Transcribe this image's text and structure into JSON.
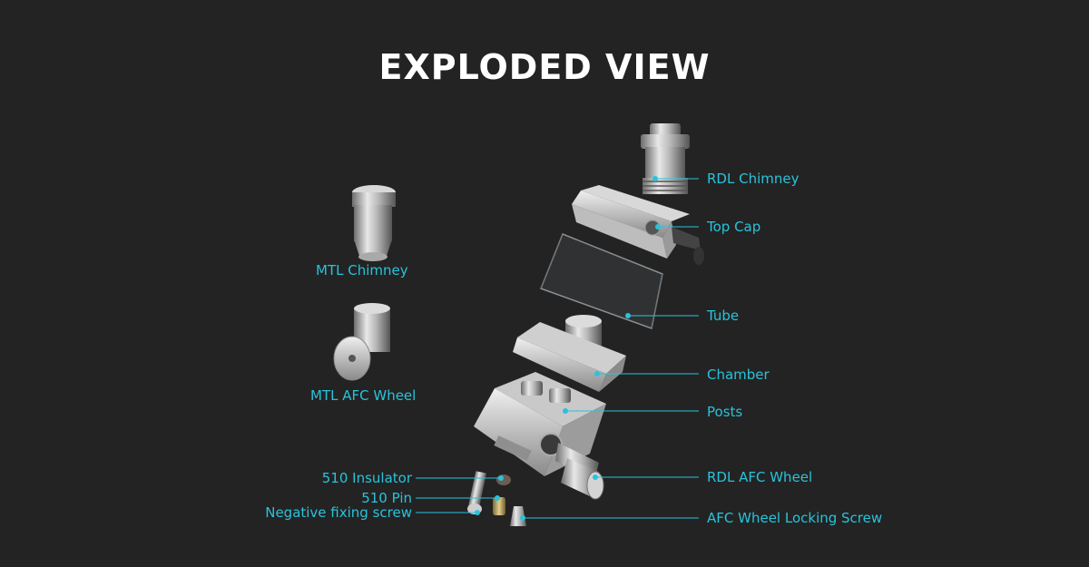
{
  "title": "EXPLODED VIEW",
  "accent_color": "#28c3db",
  "labels": {
    "rdl_chimney": "RDL Chimney",
    "top_cap": "Top Cap",
    "tube": "Tube",
    "chamber": "Chamber",
    "posts": "Posts",
    "rdl_afc_wheel": "RDL AFC Wheel",
    "afc_locking_screw": "AFC Wheel Locking Screw",
    "mtl_chimney": "MTL Chimney",
    "mtl_afc_wheel": "MTL AFC Wheel",
    "insulator_510": "510 Insulator",
    "pin_510": "510 Pin",
    "negative_screw": "Negative fixing screw"
  }
}
